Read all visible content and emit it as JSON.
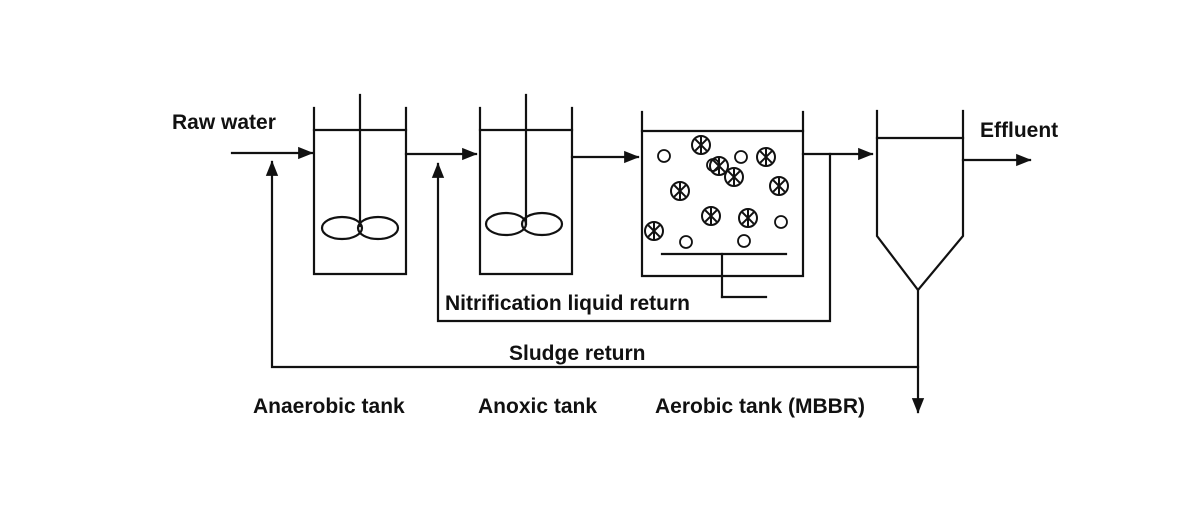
{
  "labels": {
    "raw_water": "Raw water",
    "effluent": "Effluent",
    "nitrification_return": "Nitrification liquid return",
    "sludge_return": "Sludge return",
    "anaerobic_tank": "Anaerobic tank",
    "anoxic_tank": "Anoxic tank",
    "aerobic_tank": "Aerobic tank (MBBR)"
  },
  "colors": {
    "line": "#111111",
    "background": "#ffffff"
  }
}
